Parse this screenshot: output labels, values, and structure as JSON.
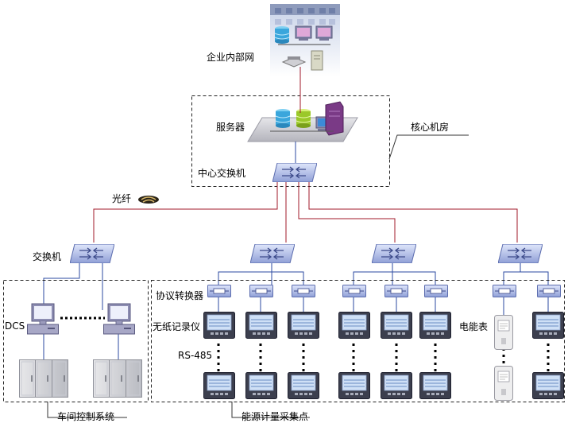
{
  "labels": {
    "enterprise_network": "企业内部网",
    "servers": "服务器",
    "core_room": "核心机房",
    "central_switch": "中心交换机",
    "fiber": "光纤",
    "switch": "交换机",
    "protocol_converter": "协议转换器",
    "dcs": "DCS",
    "paperless_recorder": "无纸记录仪",
    "rs485": "RS-485",
    "energy_meter": "电能表",
    "workshop_control": "车间控制系统",
    "energy_metering_points": "能源计量采集点"
  },
  "colors": {
    "fiber_line": "#a0182a",
    "network_line": "#2b4aa0",
    "switch_body": "#b8c4ec",
    "monitor_body": "#8a8ab0"
  }
}
